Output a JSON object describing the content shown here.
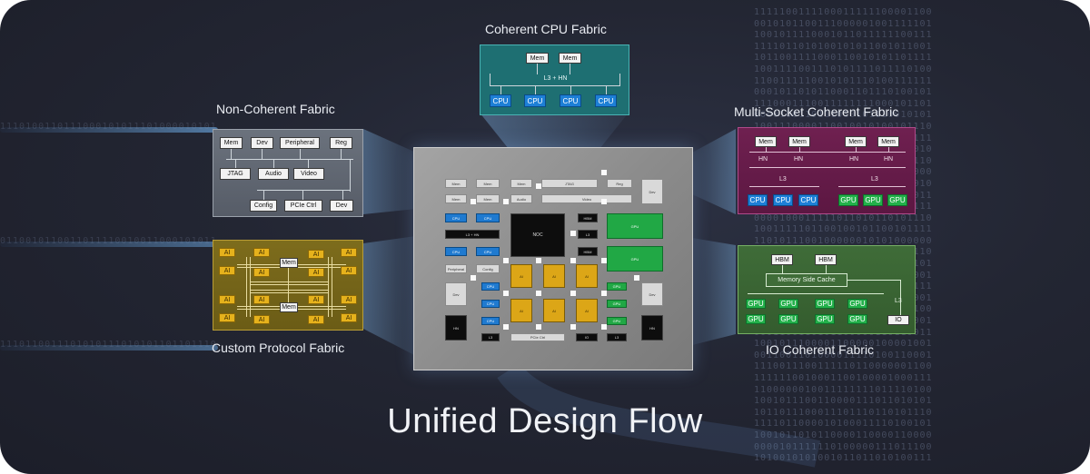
{
  "title": "Unified Design Flow",
  "fabrics": {
    "coherent_cpu": {
      "caption": "Coherent CPU Fabric",
      "mem": [
        "Mem",
        "Mem"
      ],
      "hub": "L3 + HN",
      "cpus": [
        "CPU",
        "CPU",
        "CPU",
        "CPU"
      ]
    },
    "non_coherent": {
      "caption": "Non-Coherent Fabric",
      "top": [
        "Mem",
        "Dev",
        "Peripheral",
        "Reg"
      ],
      "middle": [
        "JTAG",
        "Audio",
        "Video"
      ],
      "bottom": [
        "Config",
        "PCIe Ctrl",
        "Dev"
      ]
    },
    "custom_protocol": {
      "caption": "Custom Protocol Fabric",
      "ai_label": "AI",
      "mem_label": "Mem"
    },
    "multi_socket": {
      "caption": "Multi-Socket Coherent Fabric",
      "left_mem": [
        "Mem",
        "Mem"
      ],
      "left_hn": [
        "HN",
        "HN"
      ],
      "left_l3": "L3",
      "left_units": [
        "CPU",
        "CPU",
        "CPU"
      ],
      "right_mem": [
        "Mem",
        "Mem"
      ],
      "right_hn": [
        "HN",
        "HN"
      ],
      "right_l3": "L3",
      "right_units": [
        "GPU",
        "GPU",
        "GPU"
      ]
    },
    "io_coherent": {
      "caption": "IO Coherent Fabric",
      "hbm": [
        "HBM",
        "HBM"
      ],
      "cache": "Memory Side Cache",
      "gpu_label": "GPU",
      "l3": "L3",
      "io": "IO"
    }
  },
  "chip": {
    "row1": [
      "Mem",
      "Mem",
      "Mem",
      "JTAG",
      "Reg"
    ],
    "row2": [
      "Mem",
      "Mem",
      "Audio",
      "Video"
    ],
    "cpu_label": "CPU",
    "l3hn": "L3 + HN",
    "noc": "NOC",
    "hbm": "HBM",
    "l3": "L3",
    "gpu": "GPU",
    "peripheral": "Peripheral",
    "config": "Config",
    "dev": "Dev",
    "ai": "AI",
    "hn": "HN",
    "pcie": "PCIe Ctrl",
    "io": "IO"
  },
  "colors": {
    "cpu": "#1d7fd6",
    "gpu": "#23b04a",
    "ai": "#e6b21c",
    "coherent_cpu_panel": "#1e6f72",
    "non_coherent_panel": "#5f6672",
    "custom_protocol_panel": "#7a6a1c",
    "multi_socket_panel": "#6e1f4e",
    "io_coherent_panel": "#3c6a35"
  }
}
